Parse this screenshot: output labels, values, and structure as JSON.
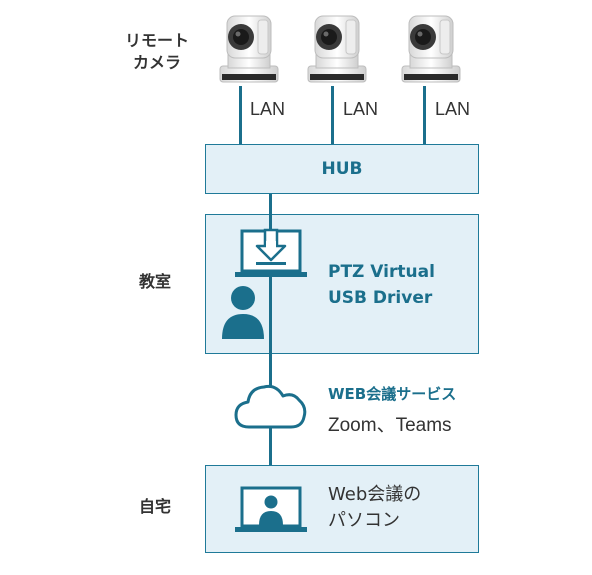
{
  "remote_camera_label": [
    "リモート",
    "カメラ"
  ],
  "lan_labels": [
    "LAN",
    "LAN",
    "LAN"
  ],
  "hub_label": "HUB",
  "classroom": {
    "label": "教室",
    "driver_lines": [
      "PTZ Virtual",
      "USB Driver"
    ]
  },
  "web_meeting": {
    "service_label": "WEB会議サービス",
    "examples": "Zoom、Teams"
  },
  "home": {
    "label": "自宅",
    "pc_lines": [
      "Web会議の",
      "パソコン"
    ]
  },
  "icons": [
    "ptz-camera-icon",
    "laptop-download-icon",
    "person-icon",
    "cloud-icon",
    "laptop-person-icon"
  ],
  "colors": {
    "accent": "#1b6f8c",
    "box_fill": "#e3f0f7",
    "box_border": "#1f7a99",
    "text": "#333333"
  }
}
